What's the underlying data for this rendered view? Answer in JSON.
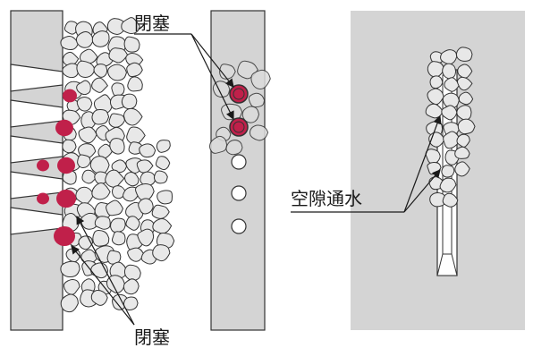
{
  "labels": {
    "top_blockage": "閉塞",
    "bottom_blockage": "閉塞",
    "gap_water_flow": "空隙通水"
  },
  "colors": {
    "blocked_particle": "#c0204a",
    "stone_fill": "#e8e8e8",
    "stone_stroke": "#333333",
    "panel_gray": "#d4d4d4",
    "open_hole": "#ffffff"
  }
}
